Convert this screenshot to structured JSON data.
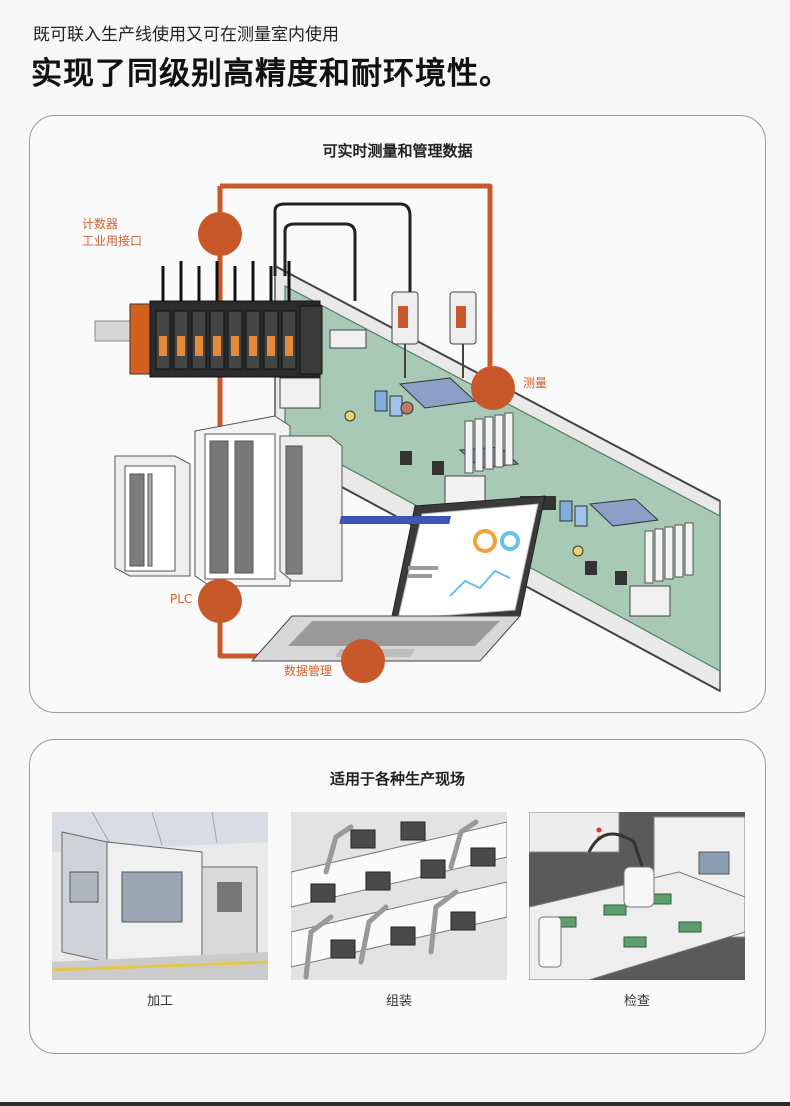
{
  "header": {
    "subtitle": "既可联入生产线使用又可在测量室内使用",
    "title": "实现了同级别高精度和耐环境性。"
  },
  "system_panel": {
    "heading": "可实时测量和管理数据",
    "labels": {
      "counter_line1": "计数器",
      "counter_line2": "工业用接口",
      "measure": "测量",
      "plc": "PLC",
      "data_mgmt": "数据管理"
    },
    "colors": {
      "accent": "#c8582a",
      "board": "#a9c9b7",
      "board_dark": "#4f7a64"
    }
  },
  "scenes_panel": {
    "heading": "适用于各种生产现场",
    "scenes": [
      {
        "caption": "加工",
        "icon": "machining-scene"
      },
      {
        "caption": "组装",
        "icon": "assembly-robots-scene"
      },
      {
        "caption": "检查",
        "icon": "inspection-line-scene"
      }
    ]
  }
}
